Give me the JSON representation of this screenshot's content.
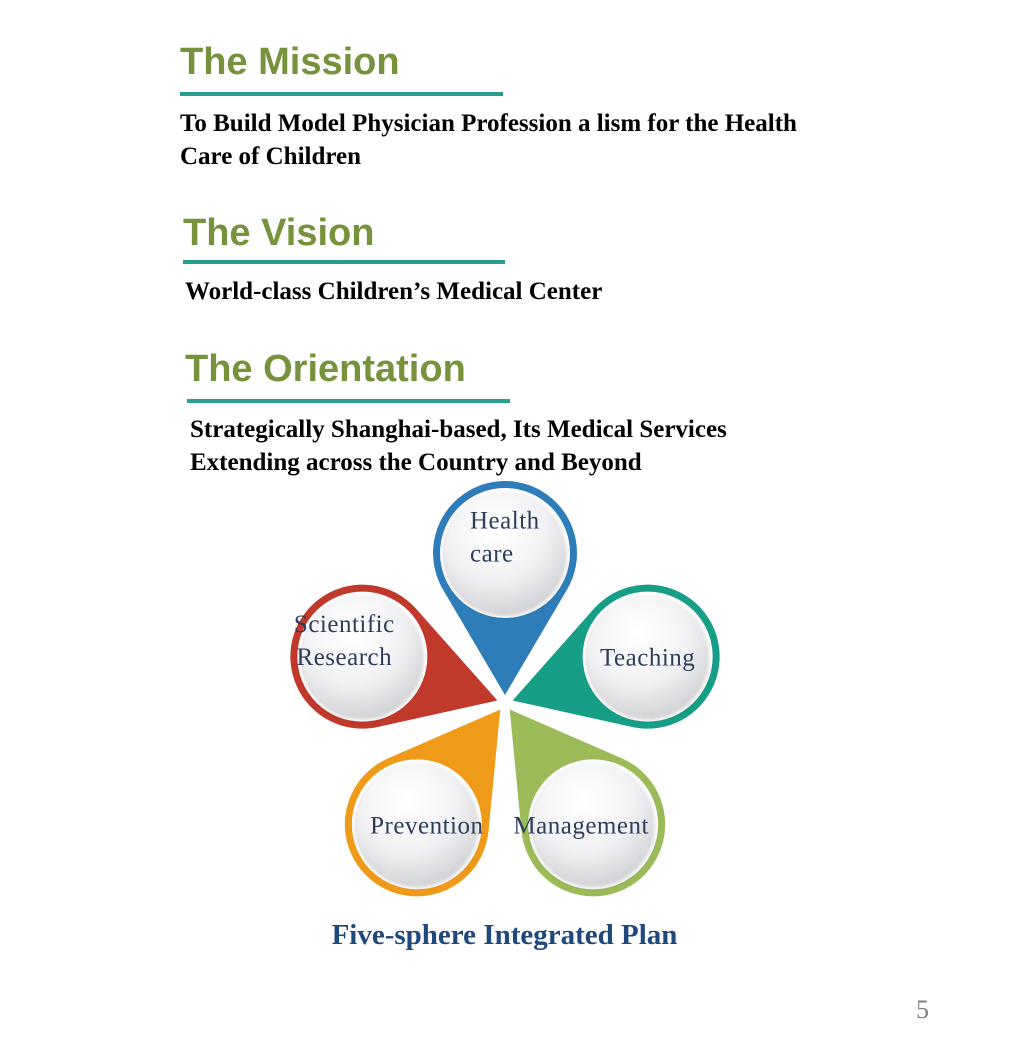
{
  "sections": [
    {
      "heading": "The Mission",
      "lines": [
        "To Build Model Physician Profession a lism for the Health",
        "Care of Children"
      ]
    },
    {
      "heading": "The Vision",
      "lines": [
        "World-class Children’s Medical Center"
      ]
    },
    {
      "heading": "The Orientation",
      "lines": [
        "Strategically Shanghai-based, Its Medical Services",
        "Extending across the Country and Beyond"
      ]
    }
  ],
  "diagram": {
    "spheres": [
      {
        "name": "health-care",
        "lines": [
          "Health",
          "care"
        ],
        "color": "#2e7db8"
      },
      {
        "name": "teaching",
        "lines": [
          "Teaching"
        ],
        "color": "#169e87"
      },
      {
        "name": "management",
        "lines": [
          "Management"
        ],
        "color": "#9bbb59"
      },
      {
        "name": "prevention",
        "lines": [
          "Prevention"
        ],
        "color": "#f09a1a"
      },
      {
        "name": "scientific-research",
        "lines": [
          "Scientific",
          "Research"
        ],
        "color": "#c0392b"
      }
    ],
    "caption": "Five-sphere Integrated Plan"
  },
  "page_number": "5"
}
